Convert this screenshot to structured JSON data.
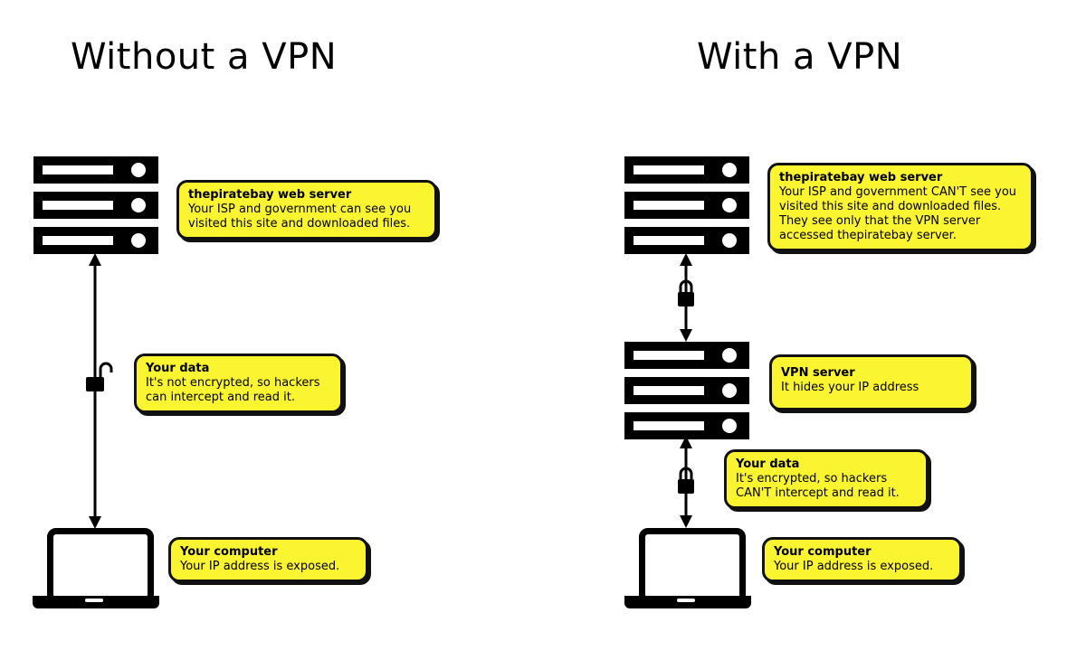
{
  "diagram": {
    "left": {
      "title": "Without a VPN",
      "web_server": {
        "heading": "thepiratebay web server",
        "lines": [
          "Your ISP and government can see you",
          "visited this site and downloaded files."
        ]
      },
      "data": {
        "heading": "Your data",
        "lines": [
          "It's not encrypted, so hackers",
          "can intercept and read it."
        ],
        "lock": "unlocked-padlock"
      },
      "computer": {
        "heading": "Your computer",
        "lines": [
          "Your IP address is exposed."
        ]
      }
    },
    "right": {
      "title": "With a VPN",
      "web_server": {
        "heading": "thepiratebay web server",
        "lines": [
          "Your ISP and government CAN'T see you",
          "visited this site and downloaded files.",
          "They see only that the VPN server",
          "accessed thepiratebay server."
        ]
      },
      "vpn_server": {
        "heading": "VPN server",
        "lines": [
          "It hides your IP address"
        ]
      },
      "data": {
        "heading": "Your data",
        "lines": [
          "It's encrypted, so hackers",
          "CAN'T intercept and read it."
        ],
        "lock": "locked-padlock"
      },
      "computer": {
        "heading": "Your computer",
        "lines": [
          "Your IP address is exposed."
        ]
      }
    },
    "colors": {
      "callout_fill": "#fbf531",
      "ink": "#000000",
      "background": "#ffffff"
    }
  }
}
